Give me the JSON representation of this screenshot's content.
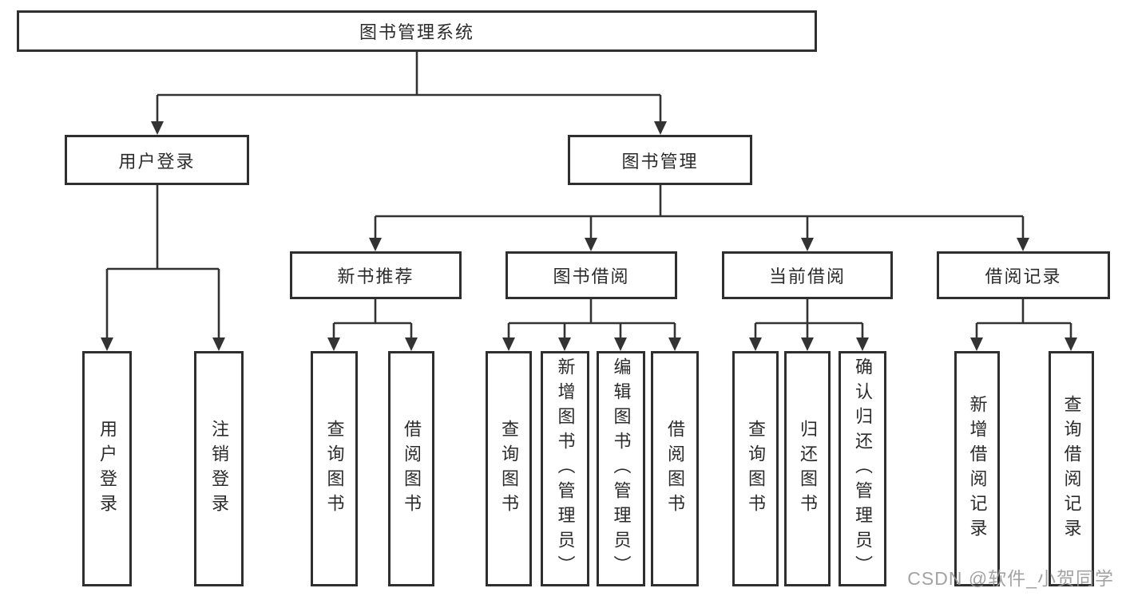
{
  "tree": {
    "root": "图书管理系统",
    "children": [
      {
        "label": "用户登录",
        "children": [
          "用户登录",
          "注销登录"
        ]
      },
      {
        "label": "图书管理",
        "children": [
          {
            "label": "新书推荐",
            "children": [
              "查询图书",
              "借阅图书"
            ]
          },
          {
            "label": "图书借阅",
            "children": [
              "查询图书",
              "新增图书（管理员）",
              "编辑图书（管理员）",
              "借阅图书"
            ]
          },
          {
            "label": "当前借阅",
            "children": [
              "查询图书",
              "归还图书",
              "确认归还（管理员）"
            ]
          },
          {
            "label": "借阅记录",
            "children": [
              "新增借阅记录",
              "查询借阅记录"
            ]
          }
        ]
      }
    ]
  },
  "watermark": {
    "text": "CSDN @软件_小贺同学"
  },
  "colors": {
    "line": "#333333",
    "box_border": "#2f2f2f",
    "text": "#2b2b2b",
    "watermark": "#969696",
    "background": "#ffffff"
  }
}
